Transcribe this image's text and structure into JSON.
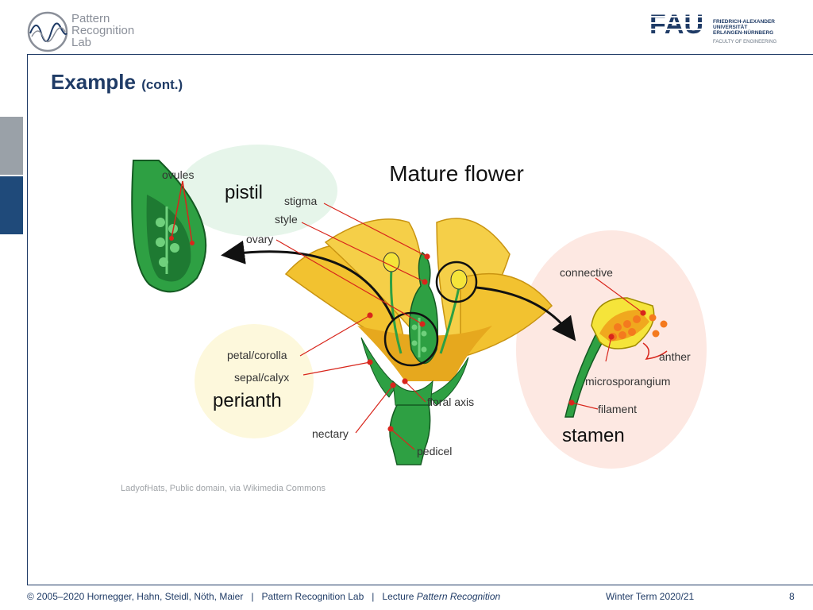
{
  "header": {
    "logo_line1": "Pattern",
    "logo_line2": "Recognition",
    "logo_line3": "Lab",
    "fau_mark": "FAU",
    "fau_line1": "FRIEDRICH-ALEXANDER",
    "fau_line2": "UNIVERSITÄT",
    "fau_line3": "ERLANGEN-NÜRNBERG",
    "faculty": "FACULTY OF ENGINEERING"
  },
  "slide": {
    "title": "Example",
    "title_suffix": "(cont.)"
  },
  "diagram": {
    "title": "Mature flower",
    "labels": {
      "ovules": "ovules",
      "pistil": "pistil",
      "stigma": "stigma",
      "style": "style",
      "ovary": "ovary",
      "connective": "connective",
      "petal": "petal/corolla",
      "sepal": "sepal/calyx",
      "perianth": "perianth",
      "anther": "anther",
      "microsporangium": "microsporangium",
      "floral_axis": "floral axis",
      "filament": "filament",
      "nectary": "nectary",
      "pedicel": "pedicel",
      "stamen": "stamen"
    },
    "credit": "LadyofHats, Public domain, via Wikimedia Commons"
  },
  "footer": {
    "copyright": "© 2005–2020 Hornegger, Hahn, Steidl, Nöth, Maier",
    "sep": "|",
    "lab": "Pattern Recognition Lab",
    "lecture_prefix": "Lecture",
    "lecture_name": "Pattern Recognition",
    "term": "Winter Term 2020/21",
    "page": "8"
  },
  "colors": {
    "navy": "#1f3b66",
    "green": "#2e9e3e",
    "dark_green": "#1b6e2a",
    "petal": "#f2c230",
    "red_line": "#d8261c"
  }
}
